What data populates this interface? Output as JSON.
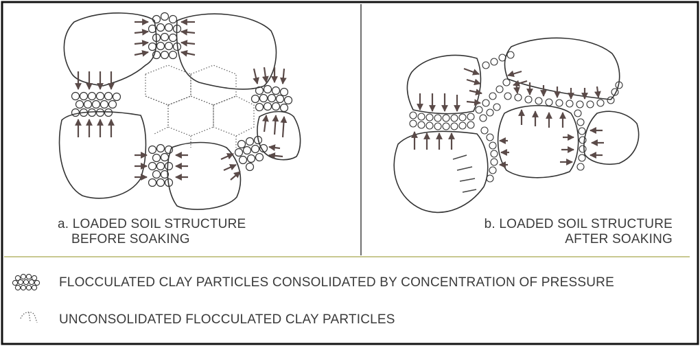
{
  "panel_a": {
    "caption_line1": "a. LOADED SOIL STRUCTURE",
    "caption_line2": "BEFORE SOAKING"
  },
  "panel_b": {
    "caption_line1": "b. LOADED SOIL STRUCTURE",
    "caption_line2": "AFTER SOAKING"
  },
  "legend": [
    {
      "icon": "flocculated-clay-icon",
      "label": "FLOCCULATED CLAY PARTICLES CONSOLIDATED BY CONCENTRATION OF PRESSURE"
    },
    {
      "icon": "unconsolidated-clay-icon",
      "label": "UNCONSOLIDATED FLOCCULATED CLAY PARTICLES"
    }
  ],
  "colors": {
    "ink": "#3a3a3a",
    "arrow": "#5a4a48",
    "frame": "#111111",
    "rule": "#c8c890"
  }
}
